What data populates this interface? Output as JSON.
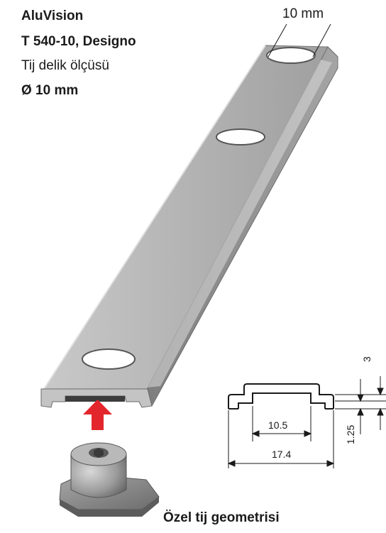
{
  "header": {
    "brand": "AluVision",
    "model": "T 540-10, Designo",
    "hole_desc": "Tij delik ölçüsü",
    "hole_diameter": "Ø 10 mm"
  },
  "illustration": {
    "hole_label": "10 mm"
  },
  "profile": {
    "dim_top": "3",
    "dim_side": "1.25",
    "dim_inner": "10.5",
    "dim_outer": "17.4",
    "caption": "Özel tij geometrisi"
  },
  "colors": {
    "arrow": "#e3262b",
    "bar_face": "#bdbdbd",
    "bar_side": "#8d8d8d"
  }
}
